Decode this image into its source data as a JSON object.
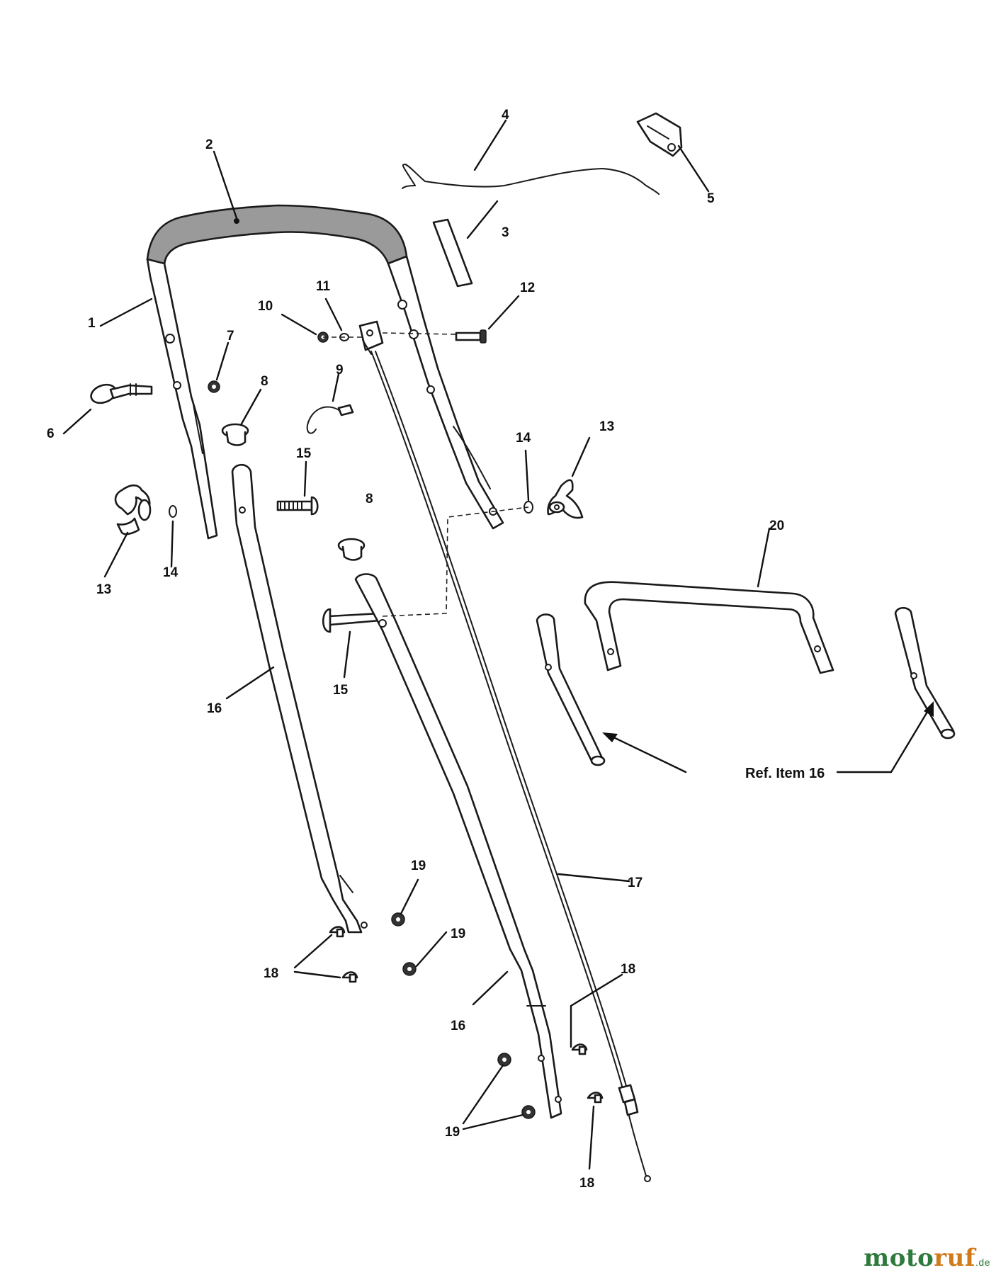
{
  "diagram": {
    "callouts": [
      "1",
      "2",
      "3",
      "4",
      "5",
      "6",
      "7",
      "8",
      "9",
      "10",
      "11",
      "12",
      "13",
      "14",
      "15",
      "16",
      "17",
      "18",
      "19",
      "20"
    ],
    "labels": {
      "l1": "1",
      "l2": "2",
      "l3": "3",
      "l4": "4",
      "l5": "5",
      "l6": "6",
      "l7": "7",
      "l8a": "8",
      "l8b": "8",
      "l9": "9",
      "l10": "10",
      "l11": "11",
      "l12": "12",
      "l13a": "13",
      "l13b": "13",
      "l14a": "14",
      "l14b": "14",
      "l15a": "15",
      "l15b": "15",
      "l16a": "16",
      "l16b": "16",
      "l17": "17",
      "l18a": "18",
      "l18b": "18",
      "l18c": "18",
      "l19a": "19",
      "l19b": "19",
      "l19c": "19",
      "l20": "20"
    },
    "reference_note": "Ref. Item 16"
  },
  "watermark": {
    "part1": "moto",
    "part2": "ruf",
    "suffix": ".de"
  },
  "colors": {
    "line": "#1a1a1a",
    "grip": "#9a9a9a",
    "watermark_green": "#2e7a3c",
    "watermark_orange": "#d07a1a"
  }
}
